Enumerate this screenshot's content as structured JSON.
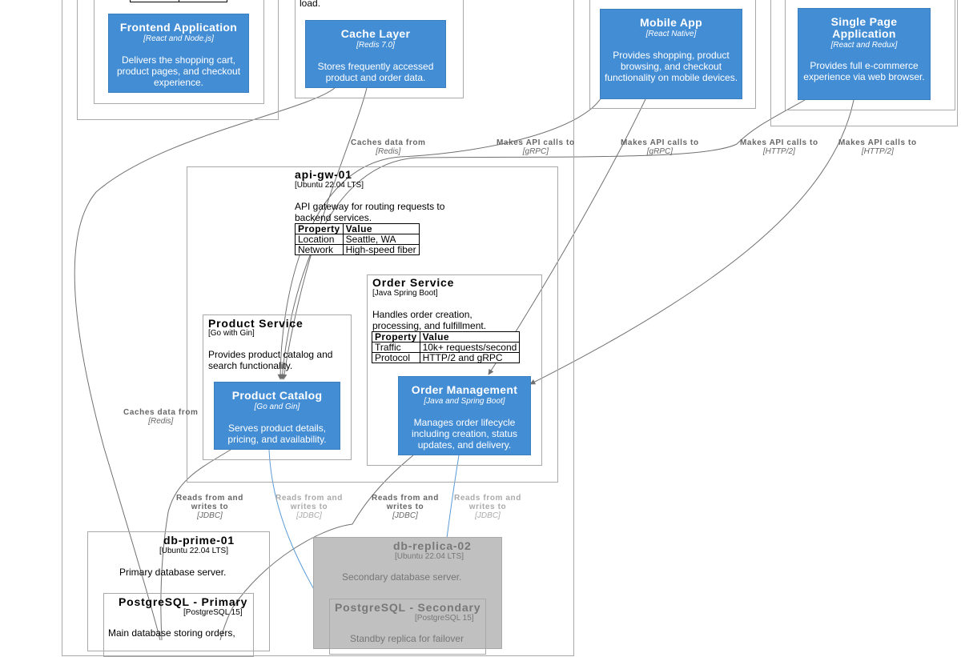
{
  "colors": {
    "container": "#438dd5",
    "container_border": "#3c7fc0",
    "frame_border": "#a9a9a9",
    "inactive_fill": "#c0c0c0",
    "edge": "#707070",
    "edge_highlight": "#5b9bd5"
  },
  "frontend": {
    "title": "Frontend Application",
    "tech": "[React and Node.js]",
    "desc": "Delivers the shopping cart, product pages, and checkout experience."
  },
  "cache_node": {
    "desc_tail": "load."
  },
  "cache_layer": {
    "title": "Cache Layer",
    "tech": "[Redis 7.0]",
    "desc": "Stores frequently accessed product and order data."
  },
  "mobile_app": {
    "title": "Mobile App",
    "tech": "[React Native]",
    "desc": "Provides shopping, product browsing, and checkout functionality on mobile devices."
  },
  "spa": {
    "title": "Single Page Application",
    "tech": "[React and Redux]",
    "desc": "Provides full e-commerce experience via web browser."
  },
  "api_gw": {
    "title": "api-gw-01",
    "tech": "[Ubuntu 22.04 LTS]",
    "desc": "API gateway for routing requests to backend services.",
    "props": {
      "h_property": "Property",
      "h_value": "Value",
      "rows": [
        {
          "k": "Location",
          "v": "Seattle, WA"
        },
        {
          "k": "Network",
          "v": "High-speed fiber"
        }
      ]
    }
  },
  "order_service": {
    "title": "Order Service",
    "tech": "[Java Spring Boot]",
    "desc": "Handles order creation, processing, and fulfillment.",
    "props": {
      "h_property": "Property",
      "h_value": "Value",
      "rows": [
        {
          "k": "Traffic",
          "v": "10k+ requests/second"
        },
        {
          "k": "Protocol",
          "v": "HTTP/2 and gRPC"
        }
      ]
    }
  },
  "product_service": {
    "title": "Product Service",
    "tech": "[Go with Gin]",
    "desc": "Provides product catalog and search functionality."
  },
  "product_catalog": {
    "title": "Product Catalog",
    "tech": "[Go and Gin]",
    "desc": "Serves product details, pricing, and availability."
  },
  "order_mgmt": {
    "title": "Order Management",
    "tech": "[Java and Spring Boot]",
    "desc": "Manages order lifecycle including creation, status updates, and delivery."
  },
  "db_prime": {
    "title": "db-prime-01",
    "tech": "[Ubuntu 22.04 LTS]",
    "desc": "Primary database server."
  },
  "pg_primary": {
    "title": "PostgreSQL - Primary",
    "tech": "[PostgreSQL 15]",
    "desc": "Main database storing orders,"
  },
  "db_replica": {
    "title": "db-replica-02",
    "tech": "[Ubuntu 22.04 LTS]",
    "desc": "Secondary database server."
  },
  "pg_secondary": {
    "title": "PostgreSQL - Secondary",
    "tech": "[PostgreSQL 15]",
    "desc": "Standby replica for failover"
  },
  "relations": {
    "caches1": {
      "label": "Caches data from",
      "tech": "[Redis]"
    },
    "caches2": {
      "label": "Caches data from",
      "tech": "[Redis]"
    },
    "api1": {
      "label": "Makes API calls to",
      "tech": "[gRPC]"
    },
    "api2": {
      "label": "Makes API calls to",
      "tech": "[gRPC]"
    },
    "api3": {
      "label": "Makes API calls to",
      "tech": "[HTTP/2]"
    },
    "api4": {
      "label": "Makes API calls to",
      "tech": "[HTTP/2]"
    },
    "rw1": {
      "label1": "Reads from and",
      "label2": "writes to",
      "tech": "[JDBC]"
    },
    "rw2": {
      "label1": "Reads from and",
      "label2": "writes to",
      "tech": "[JDBC]"
    },
    "rw3": {
      "label1": "Reads from and",
      "label2": "writes to",
      "tech": "[JDBC]"
    },
    "rw4": {
      "label1": "Reads from and",
      "label2": "writes to",
      "tech": "[JDBC]"
    }
  }
}
